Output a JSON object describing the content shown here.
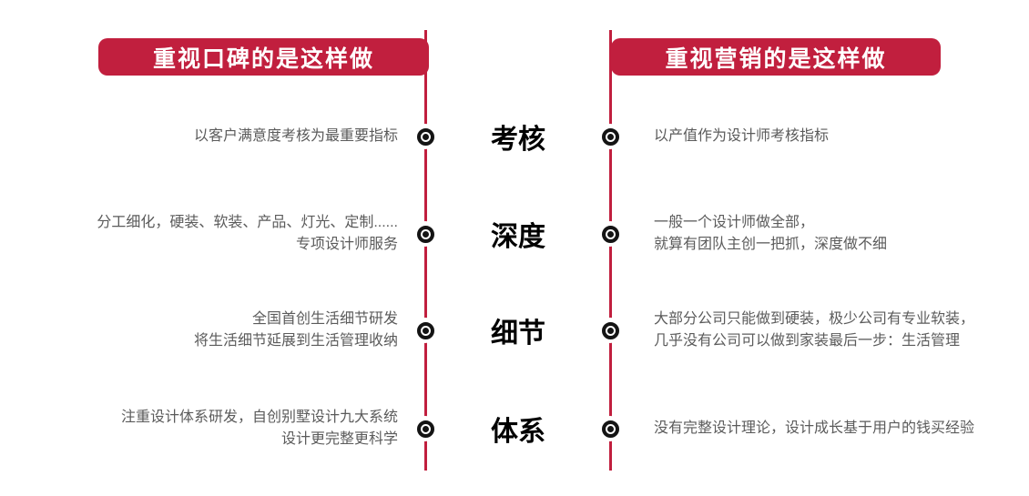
{
  "colors": {
    "accent_red": "#C11F3E",
    "marker_black": "#141414",
    "label_black": "#000000",
    "body_gray": "#5B5B5B",
    "background": "#FFFFFF"
  },
  "icons": {
    "timeline_node": "circled-dot"
  },
  "left_column": {
    "header": "重视口碑的是这样做"
  },
  "right_column": {
    "header": "重视营销的是这样做"
  },
  "rows": [
    {
      "label": "考核",
      "left_lines": [
        "以客户满意度考核为最重要指标"
      ],
      "right_lines": [
        "以产值作为设计师考核指标"
      ]
    },
    {
      "label": "深度",
      "left_lines": [
        "分工细化，硬装、软装、产品、灯光、定制......",
        "专项设计师服务"
      ],
      "right_lines": [
        "一般一个设计师做全部，",
        "就算有团队主创一把抓，深度做不细"
      ]
    },
    {
      "label": "细节",
      "left_lines": [
        "全国首创生活细节研发",
        "将生活细节延展到生活管理收纳"
      ],
      "right_lines": [
        "大部分公司只能做到硬装，极少公司有专业软装，",
        "几乎没有公司可以做到家装最后一步：生活管理"
      ]
    },
    {
      "label": "体系",
      "left_lines": [
        "注重设计体系研发，自创别墅设计九大系统",
        "设计更完整更科学"
      ],
      "right_lines": [
        "没有完整设计理论，设计成长基于用户的钱买经验"
      ]
    }
  ]
}
